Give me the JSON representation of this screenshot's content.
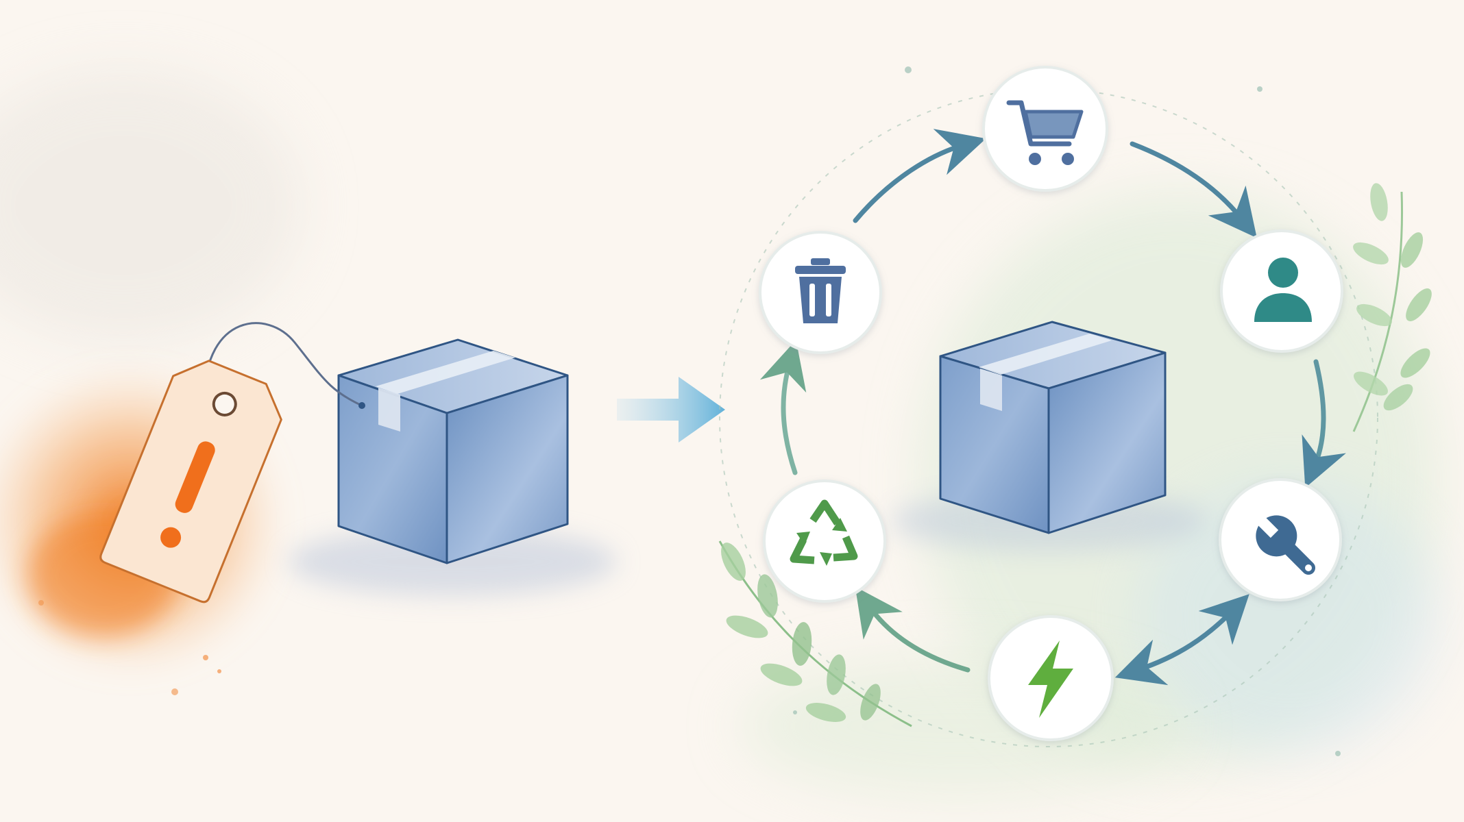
{
  "colors": {
    "background": "#fbf6f0",
    "tag_orange": "#e8823a",
    "box_blue": "#6a8fc0",
    "box_edge": "#2f5584",
    "arrow_teal": "#4f86a0",
    "arrow_green": "#6fa88f",
    "leaf_green": "#8cbf8a",
    "icon_blue": "#4f6f9f",
    "icon_teal": "#2f8a87",
    "icon_green": "#4f9a4a"
  },
  "diagram": {
    "left_part": {
      "tag": {
        "icon": "exclamation-icon"
      },
      "box": {
        "icon": "box-icon"
      }
    },
    "transition_arrow": {
      "icon": "arrow-right-icon"
    },
    "cycle": {
      "center_box": {
        "icon": "box-icon"
      },
      "nodes": [
        {
          "id": "buy",
          "icon": "shopping-cart-icon"
        },
        {
          "id": "user",
          "icon": "user-icon"
        },
        {
          "id": "repair",
          "icon": "wrench-icon"
        },
        {
          "id": "energy",
          "icon": "lightning-icon"
        },
        {
          "id": "recycle",
          "icon": "recycle-icon"
        },
        {
          "id": "dispose",
          "icon": "trash-icon"
        }
      ]
    }
  }
}
